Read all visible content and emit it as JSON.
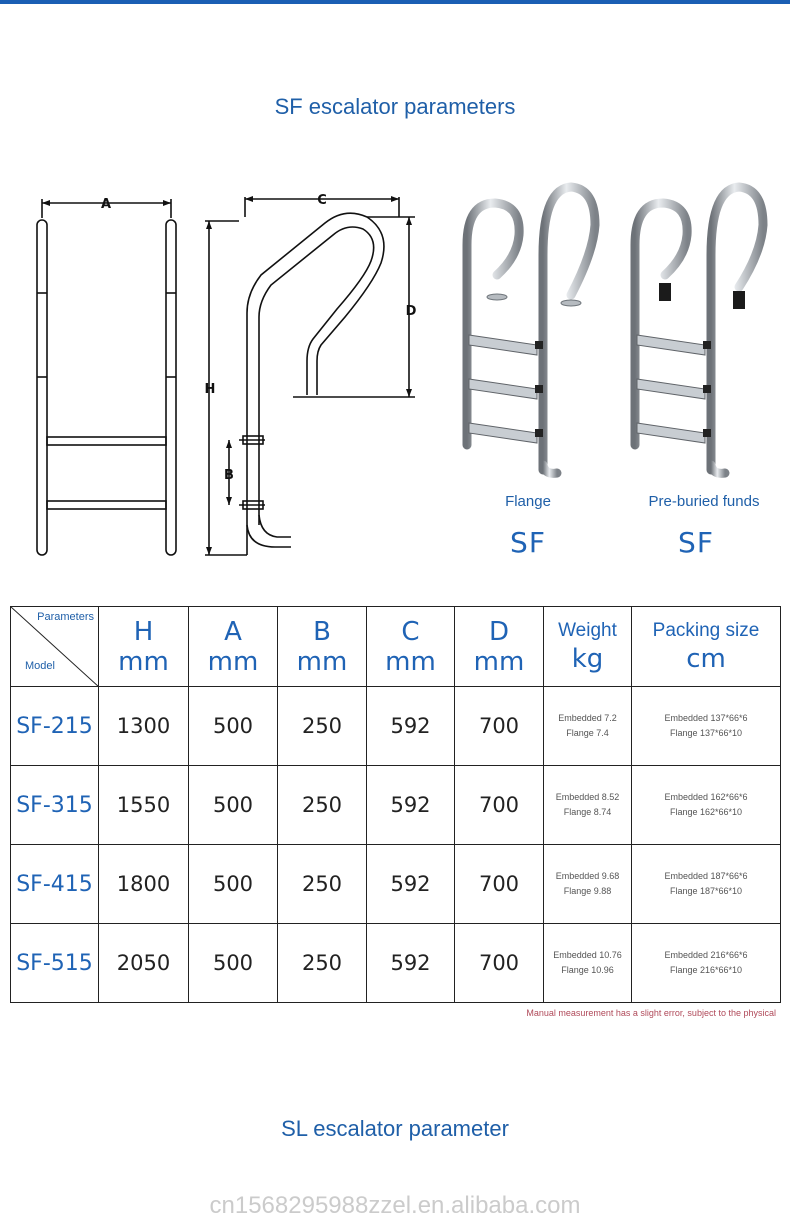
{
  "titles": {
    "sf": "SF escalator parameters",
    "sl": "SL escalator parameter"
  },
  "drawing_labels": {
    "a": "A",
    "b": "B",
    "c": "C",
    "d": "D",
    "h": "H"
  },
  "photos": [
    {
      "caption": "Flange",
      "model": "SF"
    },
    {
      "caption": "Pre-buried funds",
      "model": "SF"
    }
  ],
  "table": {
    "corner_top": "Parameters",
    "corner_bottom": "Model",
    "headers": [
      {
        "top": "H",
        "unit": "mm"
      },
      {
        "top": "A",
        "unit": "mm"
      },
      {
        "top": "B",
        "unit": "mm"
      },
      {
        "top": "C",
        "unit": "mm"
      },
      {
        "top": "D",
        "unit": "mm"
      },
      {
        "top": "Weight",
        "unit": "kg"
      },
      {
        "top": "Packing size",
        "unit": "cm"
      }
    ],
    "rows": [
      {
        "model": "SF-215",
        "h": "1300",
        "a": "500",
        "b": "250",
        "c": "592",
        "d": "700",
        "weight_embedded": "Embedded 7.2",
        "weight_flange": "Flange 7.4",
        "pack_embedded": "Embedded 137*66*6",
        "pack_flange": "Flange 137*66*10"
      },
      {
        "model": "SF-315",
        "h": "1550",
        "a": "500",
        "b": "250",
        "c": "592",
        "d": "700",
        "weight_embedded": "Embedded 8.52",
        "weight_flange": "Flange 8.74",
        "pack_embedded": "Embedded 162*66*6",
        "pack_flange": "Flange 162*66*10"
      },
      {
        "model": "SF-415",
        "h": "1800",
        "a": "500",
        "b": "250",
        "c": "592",
        "d": "700",
        "weight_embedded": "Embedded 9.68",
        "weight_flange": "Flange 9.88",
        "pack_embedded": "Embedded 187*66*6",
        "pack_flange": "Flange 187*66*10"
      },
      {
        "model": "SF-515",
        "h": "2050",
        "a": "500",
        "b": "250",
        "c": "592",
        "d": "700",
        "weight_embedded": "Embedded 10.76",
        "weight_flange": "Flange 10.96",
        "pack_embedded": "Embedded 216*66*6",
        "pack_flange": "Flange 216*66*10"
      }
    ]
  },
  "note": "Manual measurement has a slight error, subject to the physical",
  "watermark": "cn1568295988zzel.en.alibaba.com",
  "colors": {
    "accent": "#1f63b5",
    "rule": "#1a5fb4",
    "note": "#b04a5a"
  }
}
